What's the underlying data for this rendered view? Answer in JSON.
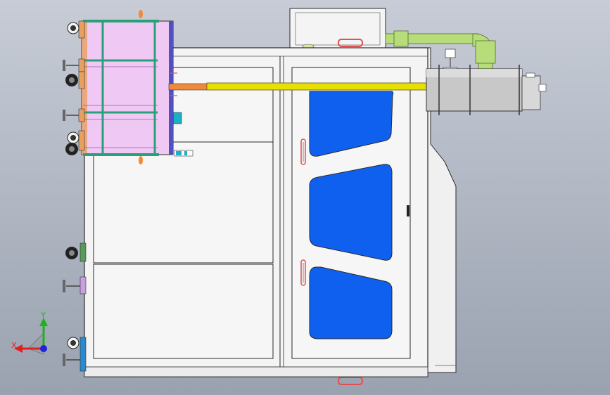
{
  "viewport": {
    "type": "cad-orthographic-view",
    "background": [
      "#c7ccd6",
      "#9aa2b0"
    ]
  },
  "colors": {
    "panel_fill": "#f4f4f4",
    "outline": "#2a2a2a",
    "window_fill": "#1060f0",
    "filter_fill": "#efc8f3",
    "filter_frame": "#2aa07a",
    "rod": "#e8e000",
    "rod_tip": "#f08a3a",
    "elbow_pipe": "#b6dd7a",
    "cylinder": "#c8c8c8",
    "handle": "#e05050"
  },
  "orientation_triad": {
    "axes": [
      {
        "name": "x-axis",
        "label": "X",
        "color": "#e02020"
      },
      {
        "name": "y-axis",
        "label": "Y",
        "color": "#20b020"
      },
      {
        "name": "z-axis",
        "label": "",
        "color": "#2020e0"
      }
    ]
  }
}
